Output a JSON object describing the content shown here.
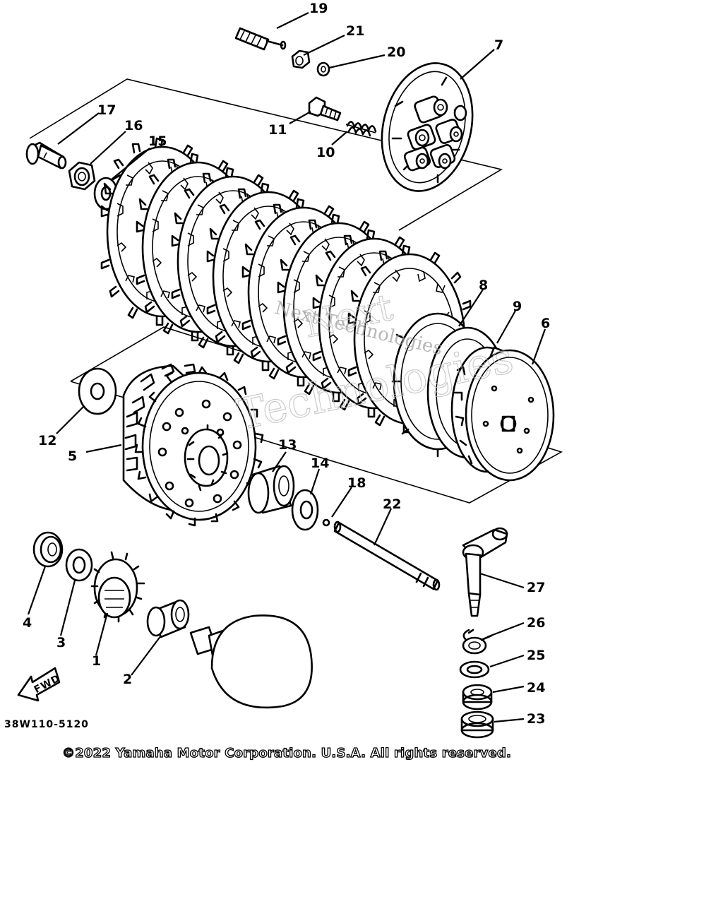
{
  "diagram": {
    "drawing_code": "38W110-5120",
    "fwd_label": "FWD",
    "copyright": "©2022 Yamaha Motor Corporation. U.S.A. All rights reserved.",
    "watermark": {
      "line1": "Next",
      "line2": "Technologies",
      "line3": "Next Technologies"
    },
    "callouts": [
      "1",
      "2",
      "3",
      "4",
      "5",
      "6",
      "7",
      "8",
      "9",
      "10",
      "11",
      "12",
      "13",
      "14",
      "15",
      "16",
      "17",
      "18",
      "19",
      "20",
      "21",
      "22",
      "23",
      "24",
      "25",
      "26",
      "27"
    ]
  }
}
